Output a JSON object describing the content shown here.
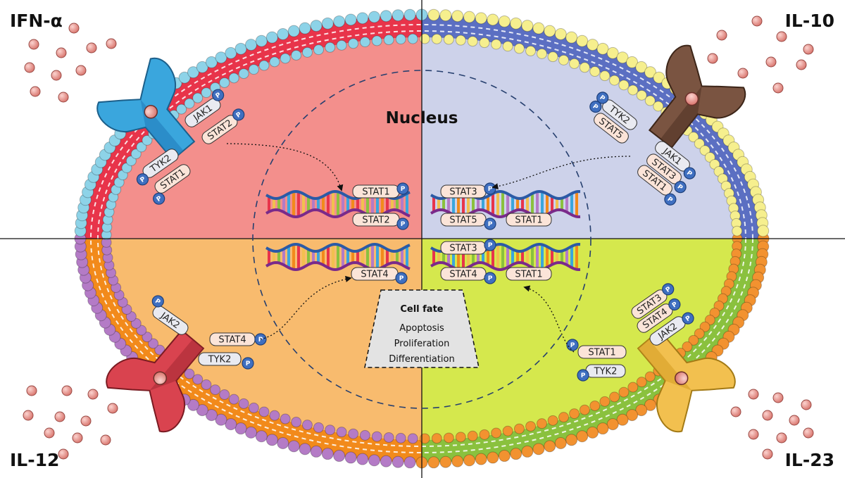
{
  "diagram": {
    "quadrants": {
      "top_left": {
        "cytokine": "IFN-α",
        "color": "#f08e8c"
      },
      "top_right": {
        "cytokine": "IL-10",
        "color": "#cbd1ea"
      },
      "bottom_left": {
        "cytokine": "IL-12",
        "color": "#f7b970"
      },
      "bottom_right": {
        "cytokine": "IL-23",
        "color": "#d4e84f"
      }
    },
    "nucleus": {
      "label": "Nucleus"
    },
    "cell_fate": {
      "title": "Cell fate",
      "items": [
        "Apoptosis",
        "Proliferation",
        "Differentiation"
      ]
    },
    "phospho_label": "P",
    "receptor_labels": {
      "ifna": {
        "jak1": "JAK1",
        "stat2": "STAT2",
        "tyk2": "TYK2",
        "stat1": "STAT1"
      },
      "il10": {
        "tyk2": "TYK2",
        "stat5": "STAT5",
        "jak1": "JAK1",
        "stat3": "STAT3",
        "stat1": "STAT1"
      },
      "il12": {
        "jak2": "JAK2",
        "stat4": "STAT4",
        "tyk2": "TYK2"
      },
      "il23": {
        "stat3": "STAT3",
        "stat4": "STAT4",
        "jak2": "JAK2",
        "stat1": "STAT1",
        "tyk2": "TYK2"
      }
    },
    "dna_labels": {
      "ifna": {
        "stat1": "STAT1",
        "stat2": "STAT2"
      },
      "il10": {
        "stat3": "STAT3",
        "stat5": "STAT5",
        "stat1": "STAT1"
      },
      "il12": {
        "stat4": "STAT4"
      },
      "il23": {
        "stat3": "STAT3",
        "stat4": "STAT4",
        "stat1": "STAT1"
      }
    },
    "colors": {
      "ifna_receptor": "#3aa6dd",
      "il10_receptor": "#6e4a35",
      "il12_receptor": "#d9434f",
      "il23_receptor": "#f2c04f",
      "phospho": "#3f6fc0",
      "cytokine_ball": "#e8918a"
    }
  }
}
